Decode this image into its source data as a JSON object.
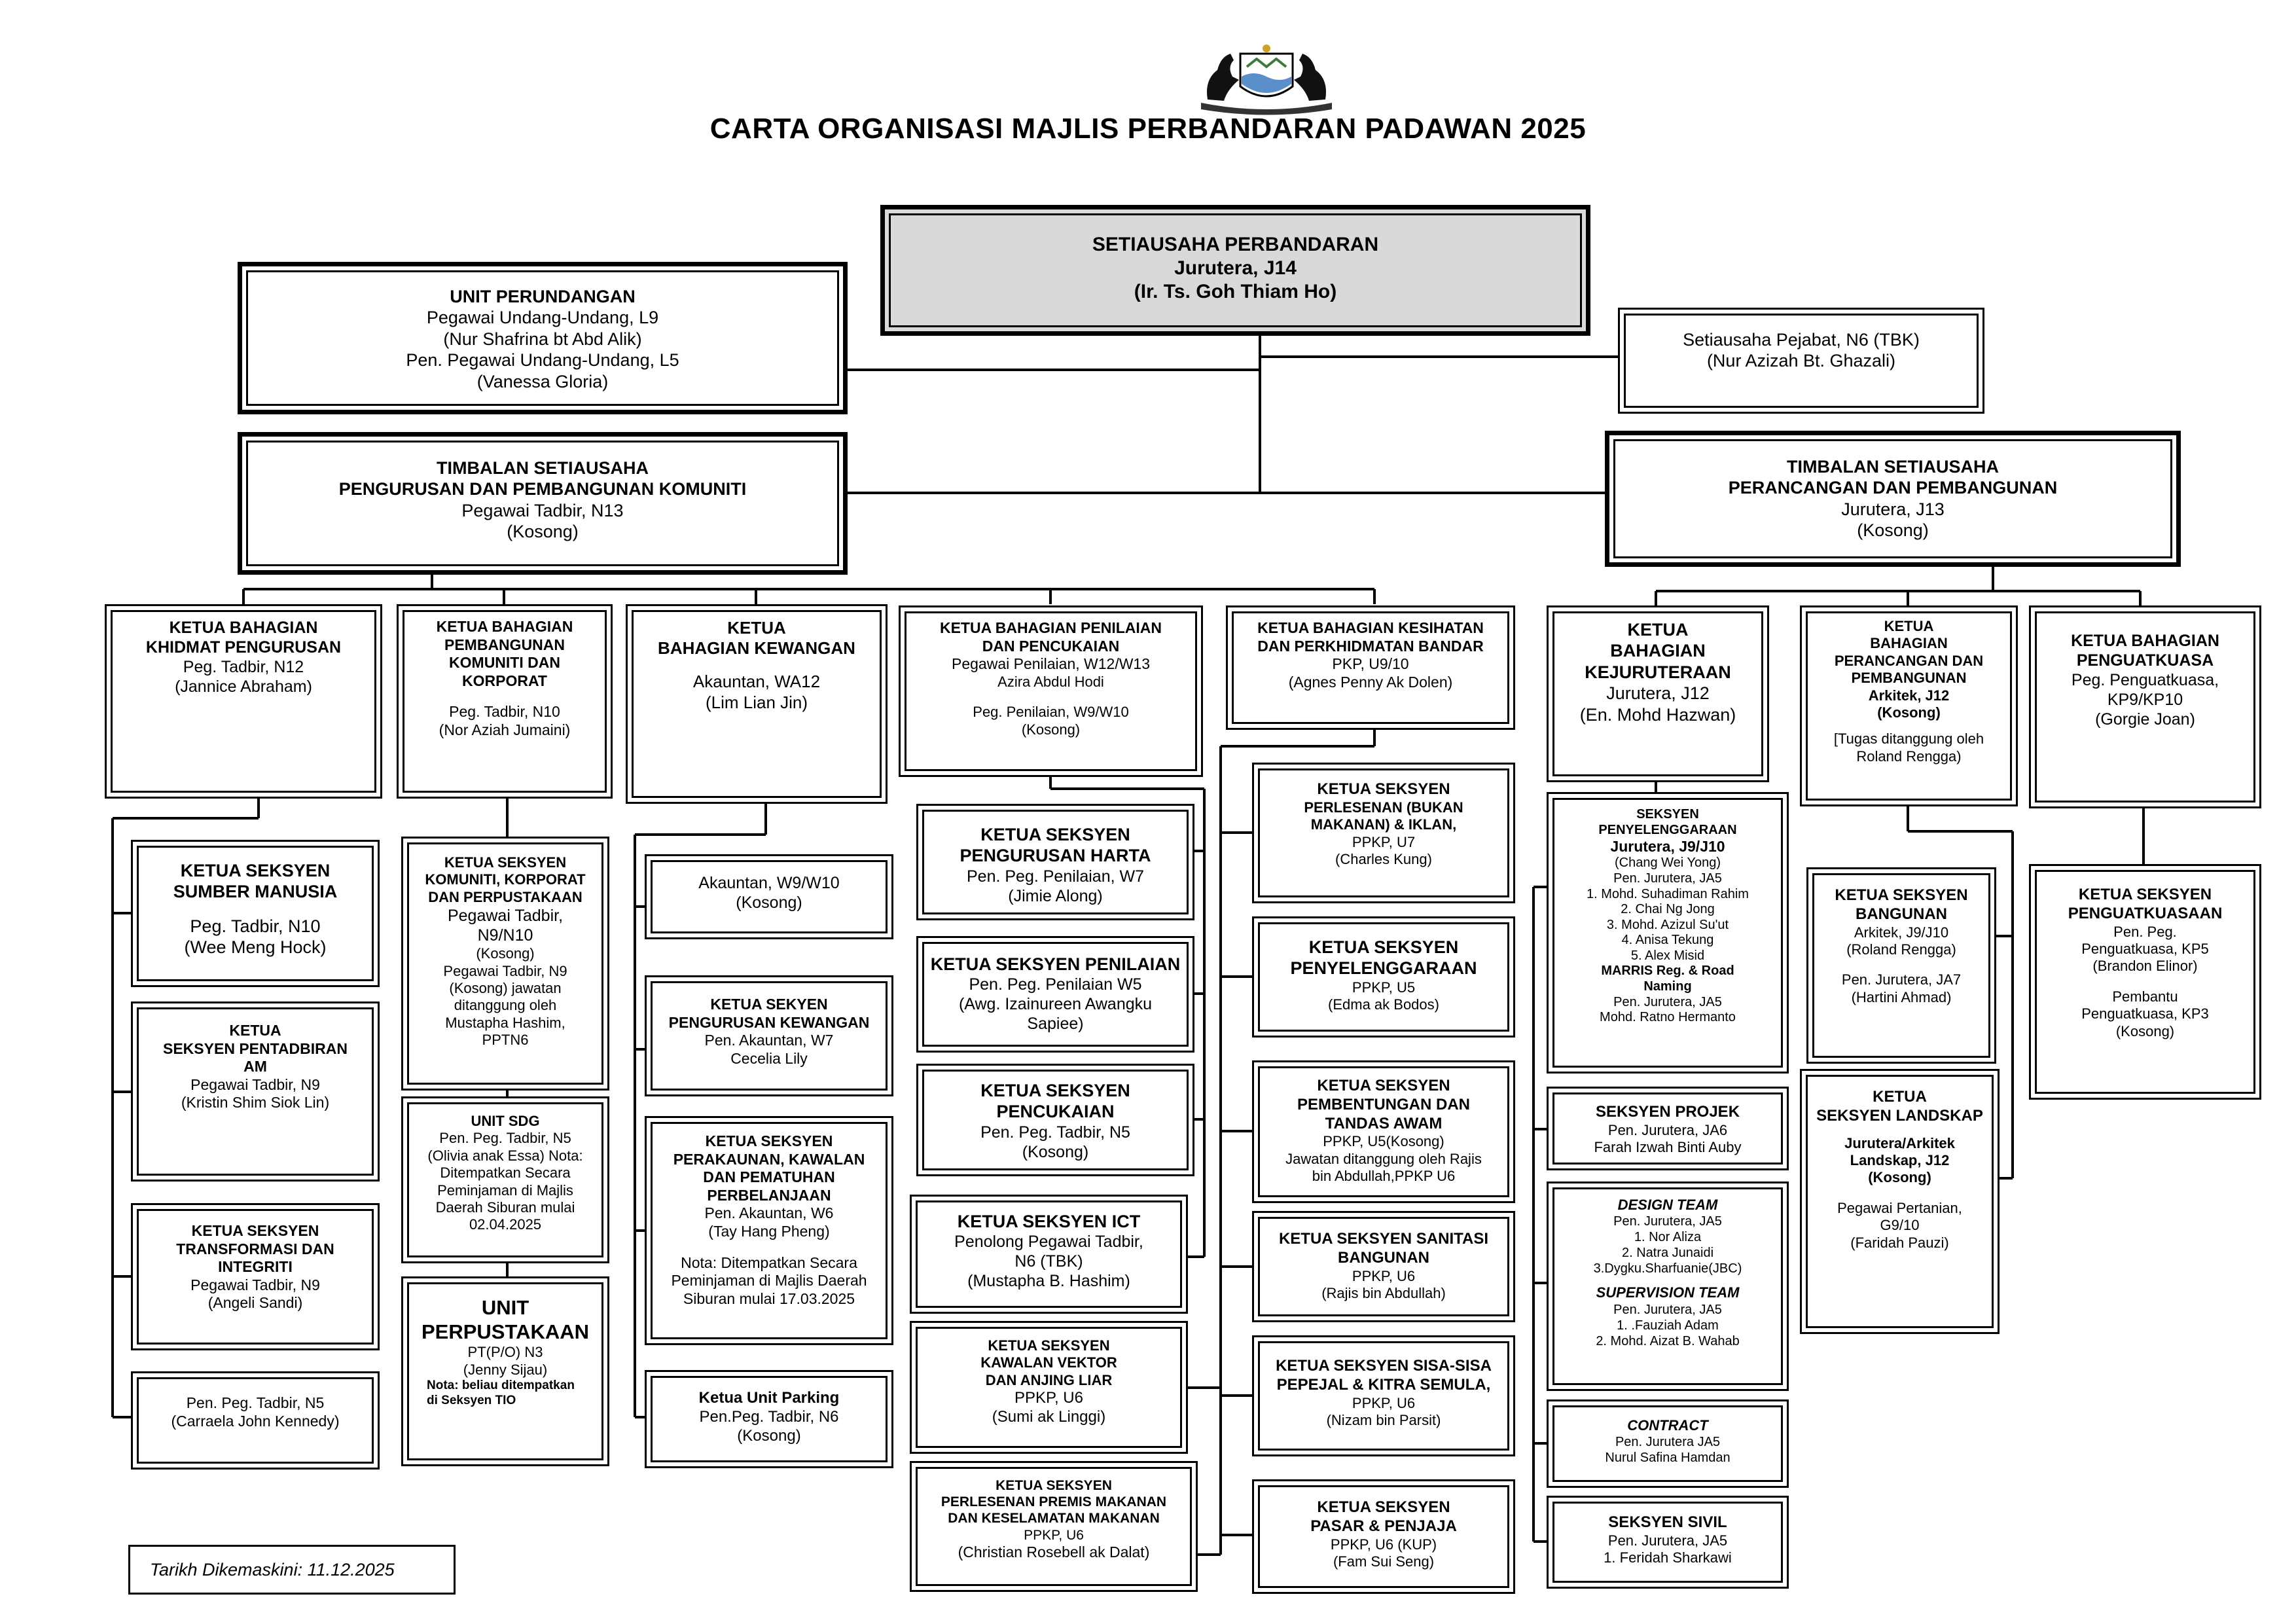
{
  "title": "CARTA ORGANISASI MAJLIS PERBANDARAN PADAWAN 2025",
  "updated": "Tarikh Dikemaskini: 11.12.2025",
  "boxes": {
    "setiausaha": [
      "SETIAUSAHA PERBANDARAN",
      "Jurutera, J14",
      "(Ir. Ts. Goh Thiam Ho)"
    ],
    "unit_perundangan": [
      "UNIT PERUNDANGAN",
      "Pegawai Undang-Undang, L9",
      "(Nur Shafrina bt Abd Alik)",
      "Pen. Pegawai Undang-Undang, L5",
      "(Vanessa Gloria)"
    ],
    "setiausaha_pejabat": [
      "Setiausaha Pejabat, N6 (TBK)",
      "(Nur Azizah Bt. Ghazali)"
    ],
    "timbalan_komuniti": [
      "TIMBALAN SETIAUSAHA",
      "PENGURUSAN DAN PEMBANGUNAN KOMUNITI",
      "Pegawai Tadbir, N13",
      "(Kosong)"
    ],
    "timbalan_perancangan": [
      "TIMBALAN SETIAUSAHA",
      "PERANCANGAN DAN PEMBANGUNAN",
      "Jurutera, J13",
      "(Kosong)"
    ],
    "kb_khidmat": [
      "KETUA BAHAGIAN",
      "KHIDMAT PENGURUSAN",
      "Peg. Tadbir, N12",
      "(Jannice Abraham)"
    ],
    "kb_pembangunan": [
      "KETUA BAHAGIAN",
      "PEMBANGUNAN",
      "KOMUNITI DAN",
      "KORPORAT",
      "Peg. Tadbir, N10",
      "(Nor Aziah Jumaini)"
    ],
    "kb_kewangan": [
      "KETUA",
      "BAHAGIAN KEWANGAN",
      "Akauntan, WA12",
      "(Lim Lian Jin)"
    ],
    "kb_penilaian": [
      "KETUA BAHAGIAN PENILAIAN",
      "DAN PENCUKAIAN",
      "Pegawai Penilaian, W12/W13",
      "Azira Abdul Hodi",
      "Peg. Penilaian, W9/W10",
      "(Kosong)"
    ],
    "kb_kesihatan": [
      "KETUA BAHAGIAN KESIHATAN",
      "DAN PERKHIDMATAN BANDAR",
      "PKP, U9/10",
      "(Agnes Penny Ak Dolen)"
    ],
    "kb_kejuruteraan": [
      "KETUA",
      "BAHAGIAN",
      "KEJURUTERAAN",
      "Jurutera, J12",
      "(En. Mohd Hazwan)"
    ],
    "kb_perancangan": [
      "KETUA",
      "BAHAGIAN",
      "PERANCANGAN DAN",
      "PEMBANGUNAN",
      "Arkitek, J12",
      "(Kosong)",
      "[Tugas ditanggung oleh",
      "Roland Rengga)"
    ],
    "kb_penguatkuasa": [
      "KETUA BAHAGIAN",
      "PENGUATKUASA",
      "Peg. Penguatkuasa,",
      "KP9/KP10",
      "(Gorgie Joan)"
    ],
    "ks_sumber": [
      "KETUA SEKSYEN",
      "SUMBER MANUSIA",
      "Peg. Tadbir, N10",
      "(Wee Meng Hock)"
    ],
    "ks_pentadbiran": [
      "KETUA",
      "SEKSYEN PENTADBIRAN",
      "AM",
      "Pegawai Tadbir, N9",
      "(Kristin Shim Siok Lin)"
    ],
    "ks_transformasi": [
      "KETUA SEKSYEN",
      "TRANSFORMASI DAN",
      "INTEGRITI",
      "Pegawai Tadbir, N9",
      "(Angeli Sandi)"
    ],
    "khidmat_n5": [
      "Pen. Peg. Tadbir, N5",
      "(Carraela John Kennedy)"
    ],
    "ks_komuniti": [
      "KETUA SEKSYEN",
      "KOMUNITI, KORPORAT",
      "DAN PERPUSTAKAAN",
      "Pegawai Tadbir,",
      "N9/N10",
      "(Kosong)",
      "Pegawai Tadbir, N9",
      "(Kosong) jawatan",
      "ditanggung oleh",
      "Mustapha Hashim,",
      "PPTN6"
    ],
    "unit_sdg": [
      "UNIT SDG",
      "Pen. Peg. Tadbir, N5",
      "(Olivia anak Essa) Nota:",
      "Ditempatkan Secara",
      "Peminjaman di Majlis",
      "Daerah Siburan  mulai",
      "02.04.2025"
    ],
    "unit_perpustakaan": [
      "UNIT",
      "PERPUSTAKAAN",
      "PT(P/O) N3",
      "(Jenny Sijau)",
      "Nota: beliau ditempatkan",
      "di Seksyen TIO"
    ],
    "akauntan_w9": [
      "Akauntan, W9/W10",
      "(Kosong)"
    ],
    "ks_pengurusan_kewangan": [
      "KETUA SEKYEN",
      "PENGURUSAN KEWANGAN",
      "Pen. Akauntan, W7",
      "Cecelia Lily"
    ],
    "ks_perakaunan": [
      "KETUA SEKSYEN",
      "PERAKAUNAN, KAWALAN",
      "DAN PEMATUHAN",
      "PERBELANJAAN",
      "Pen. Akauntan, W6",
      "(Tay Hang Pheng)",
      "Nota: Ditempatkan Secara",
      "Peminjaman di Majlis Daerah",
      "Siburan mulai 17.03.2025"
    ],
    "ketua_parking": [
      "Ketua Unit Parking",
      "Pen.Peg. Tadbir, N6",
      "(Kosong)"
    ],
    "ks_harta": [
      "KETUA SEKSYEN",
      "PENGURUSAN HARTA",
      "Pen. Peg. Penilaian, W7",
      "(Jimie Along)"
    ],
    "ks_penilaian": [
      "KETUA SEKSYEN PENILAIAN",
      "Pen. Peg. Penilaian W5",
      "(Awg. Izainureen Awangku",
      "Sapiee)"
    ],
    "ks_pencukaian": [
      "KETUA SEKSYEN",
      "PENCUKAIAN",
      "Pen. Peg. Tadbir, N5",
      "(Kosong)"
    ],
    "ks_ict": [
      "KETUA SEKSYEN ICT",
      "Penolong Pegawai Tadbir,",
      "N6 (TBK)",
      "(Mustapha B. Hashim)"
    ],
    "ks_vektor": [
      "KETUA SEKSYEN",
      "KAWALAN VEKTOR",
      "DAN ANJING LIAR",
      "PPKP, U6",
      "(Sumi ak Linggi)"
    ],
    "ks_premis": [
      "KETUA SEKSYEN",
      "PERLESENAN PREMIS MAKANAN",
      "DAN KESELAMATAN MAKANAN",
      "PPKP, U6",
      "(Christian Rosebell ak Dalat)"
    ],
    "ks_perlesenan": [
      "KETUA SEKSYEN",
      "PERLESENAN (BUKAN",
      "MAKANAN) & IKLAN,",
      "PPKP, U7",
      "(Charles Kung)"
    ],
    "ks_penyelenggaraan_kes": [
      "KETUA SEKSYEN",
      "PENYELENGGARAAN",
      "PPKP, U5",
      "(Edma ak Bodos)"
    ],
    "ks_pembentungan": [
      "KETUA SEKSYEN",
      "PEMBENTUNGAN DAN",
      "TANDAS AWAM",
      "PPKP, U5(Kosong)",
      "Jawatan ditanggung oleh Rajis",
      "bin Abdullah,PPKP U6"
    ],
    "ks_sanitasi": [
      "KETUA SEKSYEN SANITASI",
      "BANGUNAN",
      "PPKP, U6",
      "(Rajis bin Abdullah)"
    ],
    "ks_sisa": [
      "KETUA SEKSYEN SISA-SISA",
      "PEPEJAL & KITRA SEMULA,",
      "PPKP, U6",
      "(Nizam bin Parsit)"
    ],
    "ks_pasar": [
      "KETUA SEKSYEN",
      "PASAR & PENJAJA",
      "PPKP, U6 (KUP)",
      "(Fam Sui Seng)"
    ],
    "sek_penyelenggaraan": [
      "SEKSYEN",
      "PENYELENGGARAAN",
      "Jurutera, J9/J10",
      "(Chang Wei Yong)",
      "Pen. Jurutera, JA5",
      "1. Mohd. Suhadiman Rahim",
      "2. Chai Ng Jong",
      "3. Mohd. Azizul Su'ut",
      "4. Anisa Tekung",
      "5. Alex Misid",
      "MARRIS Reg. & Road",
      "Naming",
      "Pen. Jurutera, JA5",
      "Mohd. Ratno Hermanto"
    ],
    "sek_projek": [
      "SEKSYEN PROJEK",
      "Pen. Jurutera, JA6",
      "Farah Izwah Binti Auby"
    ],
    "design_team": [
      "DESIGN TEAM",
      "Pen. Jurutera, JA5",
      "1. Nor Aliza",
      "2. Natra Junaidi",
      "3.Dygku.Sharfuanie(JBC)",
      "SUPERVISION TEAM",
      "Pen. Jurutera, JA5",
      "1. .Fauziah Adam",
      "2. Mohd. Aizat B. Wahab"
    ],
    "contract": [
      "CONTRACT",
      "Pen. Jurutera JA5",
      "Nurul Safina Hamdan"
    ],
    "sek_sivil": [
      "SEKSYEN SIVIL",
      "Pen. Jurutera, JA5",
      "1.  Feridah Sharkawi"
    ],
    "ks_bangunan": [
      "KETUA SEKSYEN",
      "BANGUNAN",
      "Arkitek, J9/J10",
      "(Roland Rengga)",
      "Pen. Jurutera, JA7",
      "(Hartini Ahmad)"
    ],
    "ks_landskap": [
      "KETUA",
      "SEKSYEN LANDSKAP",
      "Jurutera/Arkitek",
      "Landskap, J12",
      "(Kosong)",
      "Pegawai Pertanian,",
      "G9/10",
      "(Faridah Pauzi)"
    ],
    "ks_penguatkuasaan": [
      "KETUA SEKSYEN",
      "PENGUATKUASAAN",
      "Pen. Peg.",
      "Penguatkuasa, KP5",
      "(Brandon Elinor)",
      "Pembantu",
      "Penguatkuasa, KP3",
      "(Kosong)"
    ]
  }
}
